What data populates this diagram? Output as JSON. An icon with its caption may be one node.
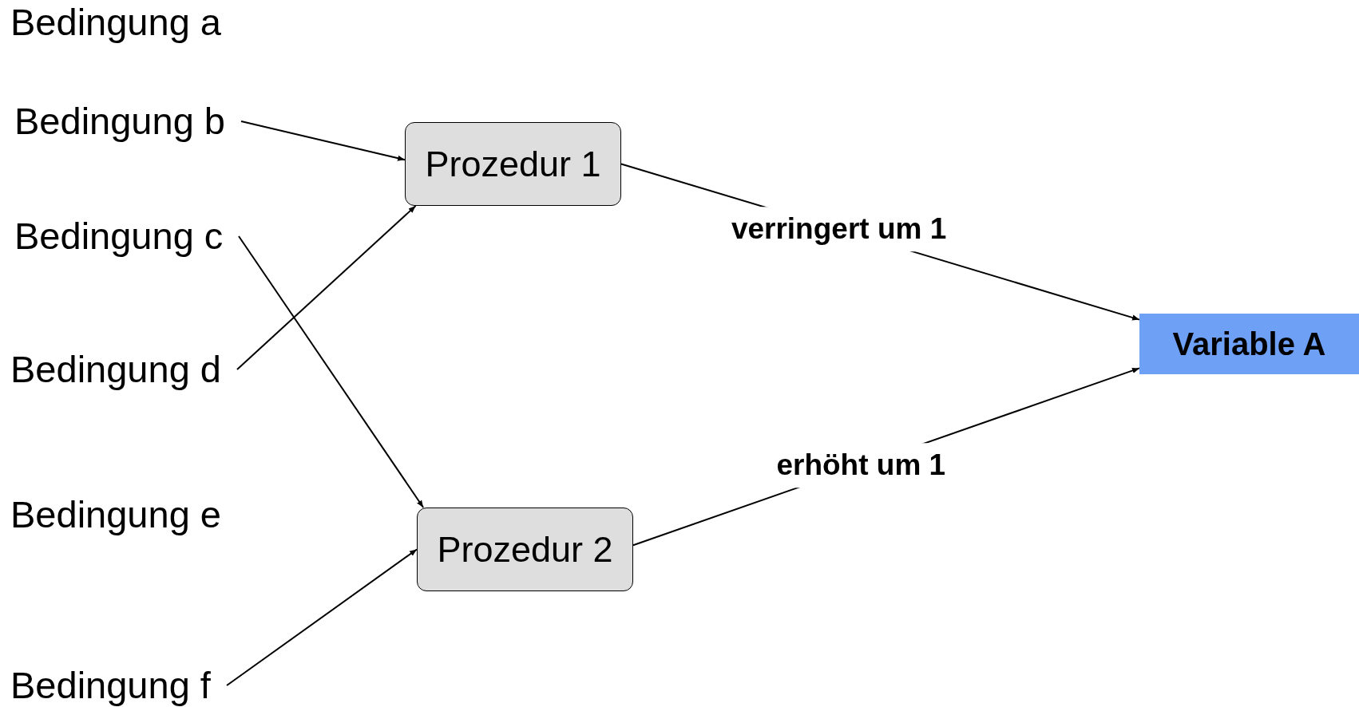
{
  "diagram": {
    "nodes": [
      {
        "text": [
          "Bedingung a"
        ]
      },
      {
        "text": [
          "Bedingung b"
        ]
      },
      {
        "text": [
          "Bedingung c"
        ]
      },
      {
        "text": [
          "Bedingung d"
        ]
      },
      {
        "text": [
          "Bedingung e"
        ]
      },
      {
        "text": [
          "Bedingung f"
        ]
      },
      {
        "text": [
          "Prozedur 1"
        ]
      },
      {
        "text": [
          "Prozedur 2"
        ]
      },
      {
        "text": [
          "Variable A"
        ]
      }
    ],
    "edges": [
      {
        "from": 1,
        "to": 6,
        "arrow": "to"
      },
      {
        "from": 3,
        "to": 6,
        "arrow": "to"
      },
      {
        "from": 2,
        "to": 7,
        "arrow": "to"
      },
      {
        "from": 5,
        "to": 7,
        "arrow": "to"
      },
      {
        "from": 6,
        "to": 8,
        "arrow": "to",
        "label": "verringert um 1"
      },
      {
        "from": 7,
        "to": 8,
        "arrow": "to",
        "label": "erhöht um 1"
      }
    ]
  }
}
